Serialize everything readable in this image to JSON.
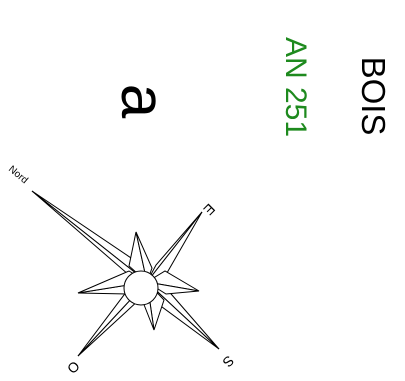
{
  "map": {
    "parcel": {
      "place_name": "BOIS",
      "parcel_id": "AN 251",
      "section_letter": "a",
      "place_color": "#000000",
      "parcel_id_color": "#1e8a1e",
      "section_color": "#000000"
    },
    "compass": {
      "label_north": "Nord",
      "label_east": "E",
      "label_south": "S",
      "label_west": "O",
      "stroke_color": "#000000",
      "fill_color": "#ffffff",
      "icon": "compass-rose-icon"
    },
    "orientation": "rotated 90 degrees clockwise"
  }
}
